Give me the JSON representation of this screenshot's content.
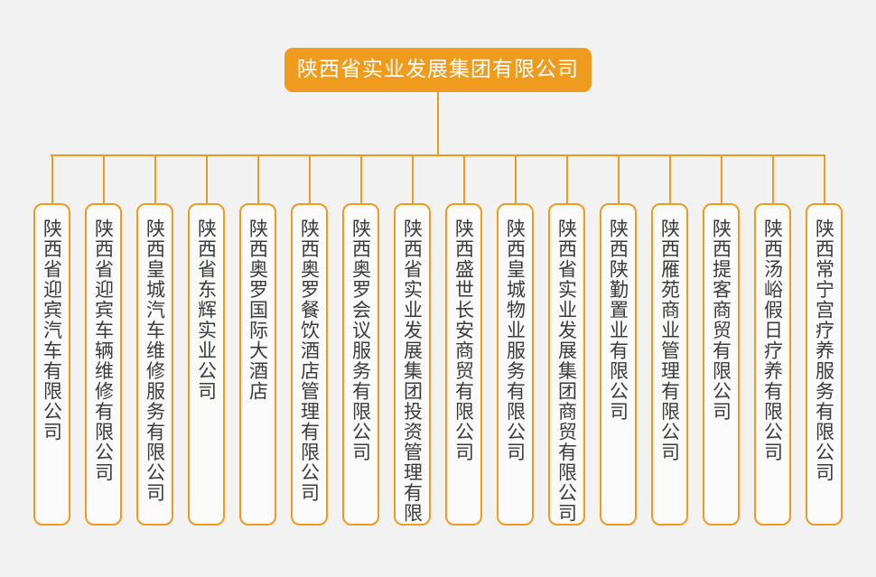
{
  "diagram": {
    "type": "organization-chart",
    "orientation": "top-down",
    "colors": {
      "accent": "#ef9b1e",
      "page_background": "#f2f2f2",
      "node_fill": "#fafafa",
      "root_text": "#ffffff",
      "child_text": "#3b3b3b"
    },
    "root": {
      "label": "陕西省实业发展集团有限公司"
    },
    "children": [
      {
        "label": "陕西省迎宾汽车有限公司"
      },
      {
        "label": "陕西省迎宾车辆维修有限公司"
      },
      {
        "label": "陕西皇城汽车维修服务有限公司"
      },
      {
        "label": "陕西省东辉实业公司"
      },
      {
        "label": "陕西奥罗国际大酒店"
      },
      {
        "label": "陕西奥罗餐饮酒店管理有限公司"
      },
      {
        "label": "陕西奥罗会议服务有限公司"
      },
      {
        "label": "陕西省实业发展集团投资管理有限公司"
      },
      {
        "label": "陕西盛世长安商贸有限公司"
      },
      {
        "label": "陕西皇城物业服务有限公司"
      },
      {
        "label": "陕西省实业发展集团商贸有限公司"
      },
      {
        "label": "陕西陕勤置业有限公司"
      },
      {
        "label": "陕西雁苑商业管理有限公司"
      },
      {
        "label": "陕西提客商贸有限公司"
      },
      {
        "label": "陕西汤峪假日疗养有限公司"
      },
      {
        "label": "陕西常宁宫疗养服务有限公司"
      }
    ]
  }
}
